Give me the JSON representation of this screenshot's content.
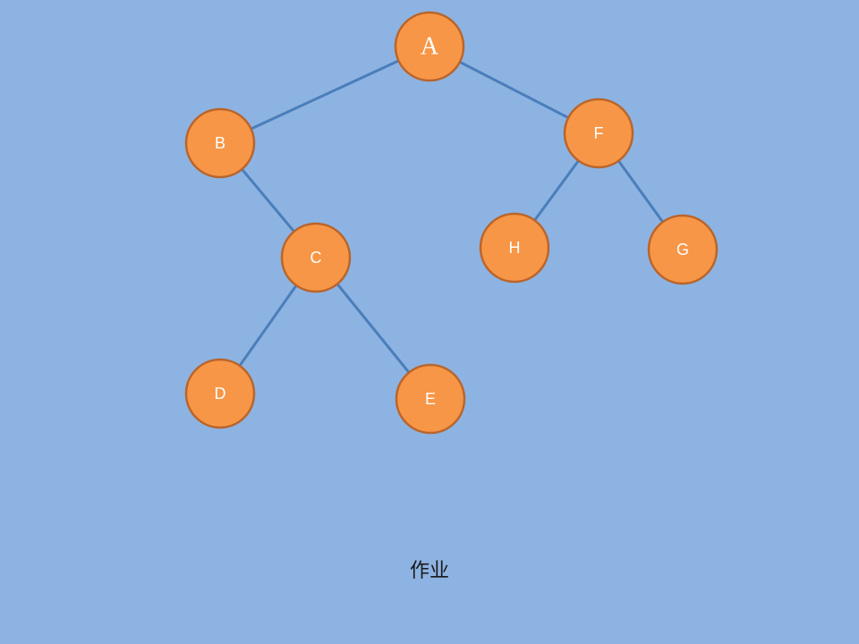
{
  "colors": {
    "background": "#8db3e2",
    "node_fill": "#f79646",
    "node_stroke": "#b9652c",
    "edge": "#4a7ebb",
    "label": "#ffffff"
  },
  "tree": {
    "nodes": [
      {
        "id": "A",
        "label": "A"
      },
      {
        "id": "B",
        "label": "B"
      },
      {
        "id": "C",
        "label": "C"
      },
      {
        "id": "D",
        "label": "D"
      },
      {
        "id": "E",
        "label": "E"
      },
      {
        "id": "F",
        "label": "F"
      },
      {
        "id": "G",
        "label": "G"
      },
      {
        "id": "H",
        "label": "H"
      }
    ],
    "edges": [
      [
        "A",
        "B"
      ],
      [
        "A",
        "F"
      ],
      [
        "B",
        "C"
      ],
      [
        "C",
        "D"
      ],
      [
        "C",
        "E"
      ],
      [
        "F",
        "H"
      ],
      [
        "F",
        "G"
      ]
    ]
  },
  "caption": "作业"
}
